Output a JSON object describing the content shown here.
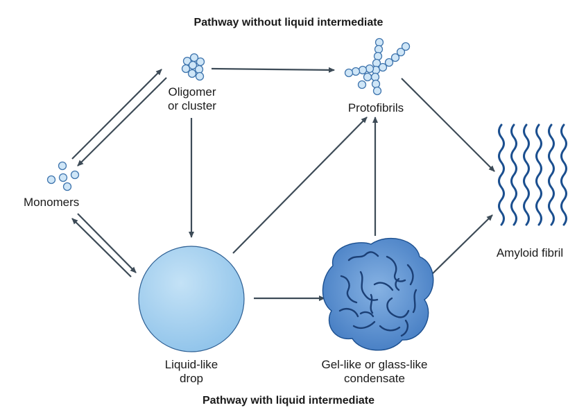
{
  "titles": {
    "top": "Pathway without liquid intermediate",
    "bottom": "Pathway with liquid intermediate"
  },
  "nodes": {
    "oligomer": {
      "line1": "Oligomer",
      "line2": "or cluster"
    },
    "protofibrils": {
      "label": "Protofibrils"
    },
    "monomers": {
      "label": "Monomers"
    },
    "amyloid": {
      "label": "Amyloid fibril"
    },
    "drop": {
      "line1": "Liquid-like",
      "line2": "drop"
    },
    "condensate": {
      "line1": "Gel-like or glass-like",
      "line2": "condensate"
    }
  },
  "colors": {
    "arrow": "#3d4b57",
    "bead_fill": "#cfe6f7",
    "bead_stroke": "#3e74ad",
    "drop_fill": "#a9d3f0",
    "condensate_fill": "#5b92d2",
    "fiber": "#1b4f8f"
  }
}
